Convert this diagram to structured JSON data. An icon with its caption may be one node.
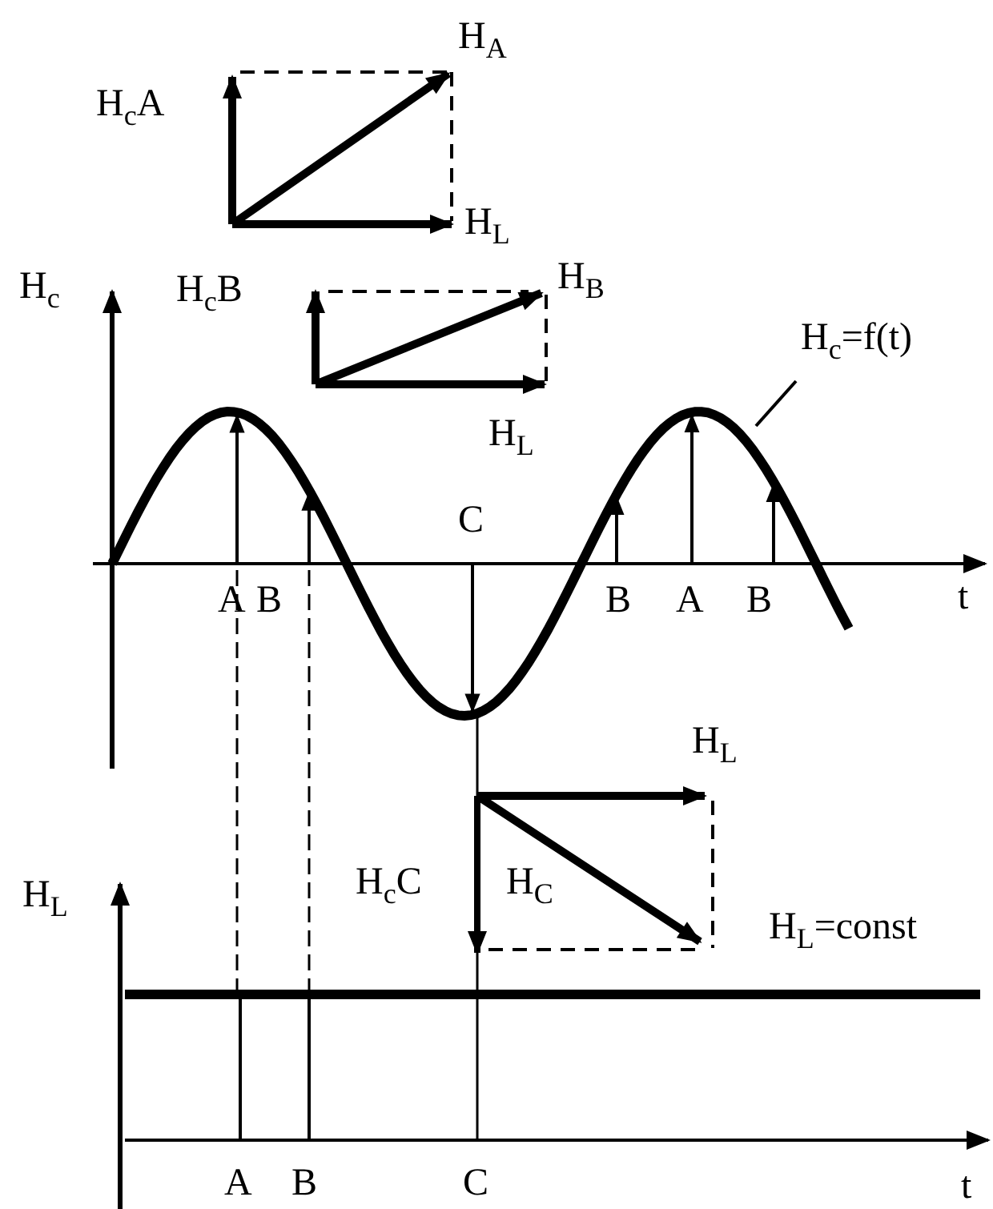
{
  "diagram": {
    "nodes": [
      {
        "text": [
          "H$_{c}$=f(t)"
        ]
      },
      {
        "text": [],
        "shape": "curve"
      }
    ],
    "edges": [
      {
        "from": 0,
        "to": 1,
        "arrow": "none"
      }
    ],
    "labels": [
      "H$_{A}$",
      "H$_{c}$A",
      "H$_{L}$",
      "H$_{c}$",
      "H$_{c}$B",
      "H$_{B}$",
      "H$_{L}$",
      "C",
      "A",
      "B",
      "B",
      "A",
      "B",
      "t",
      "H$_{L}$",
      "H$_{c}$C",
      "H$_{C}$",
      "H$_{L}$=const",
      "H$_{L}$",
      "A",
      "B",
      "C",
      "t"
    ]
  }
}
